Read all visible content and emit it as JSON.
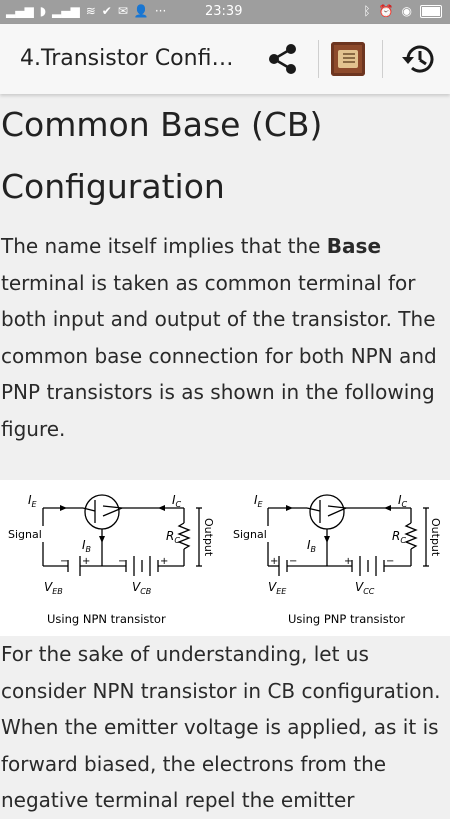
{
  "status_bar": {
    "left_icons": [
      "signal-icon",
      "notification-icon",
      "signal-icon",
      "wifi-icon",
      "check-icon",
      "mail-icon",
      "person-add-icon",
      "more-icon"
    ],
    "time": "23:39",
    "right_icons": [
      "bluetooth-icon",
      "alarm-icon",
      "eye-icon",
      "battery-icon"
    ]
  },
  "app_bar": {
    "title": "4.Transistor Confi…",
    "actions": [
      "share-icon",
      "notes-book-icon",
      "history-icon"
    ]
  },
  "article": {
    "heading_line1": "Common Base (CB)",
    "heading_line2": "Configuration",
    "para1_before": "The name itself implies that the ",
    "para1_bold": "Base",
    "para1_after": " terminal is taken as common terminal for both input and output of the transistor. The common base connection for both NPN and PNP transistors is as shown in the following figure.",
    "figure": {
      "left": {
        "ie": "I",
        "ie_sub": "E",
        "ic": "I",
        "ic_sub": "C",
        "ib": "I",
        "ib_sub": "B",
        "signal": "Signal",
        "rc": "R",
        "rc_sub": "C",
        "output": "Output",
        "veb": "V",
        "veb_sub": "EB",
        "vcb": "V",
        "vcb_sub": "CB",
        "caption": "Using NPN transistor"
      },
      "right": {
        "ie": "I",
        "ie_sub": "E",
        "ic": "I",
        "ic_sub": "C",
        "ib": "I",
        "ib_sub": "B",
        "signal": "Signal",
        "rc": "R",
        "rc_sub": "C",
        "output": "Output",
        "vee": "V",
        "vee_sub": "EE",
        "vcc": "V",
        "vcc_sub": "CC",
        "caption": "Using PNP transistor"
      }
    },
    "para2": "For the sake of understanding, let us consider NPN transistor in CB configuration. When the emitter voltage is applied, as it is forward biased, the electrons from the negative terminal repel the emitter"
  }
}
